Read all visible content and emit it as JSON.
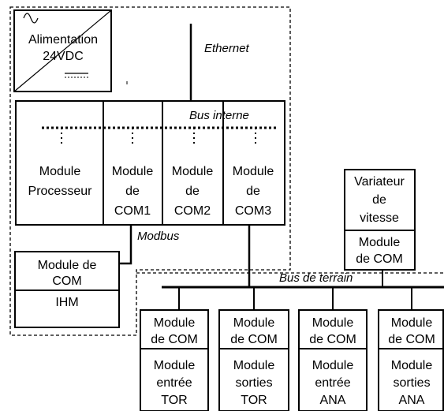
{
  "power": {
    "label_line1": "Alimentation",
    "label_line2": "24VDC",
    "symbol": "ac-dc-converter-icon"
  },
  "ethernet_label": "Ethernet",
  "bus_interne_label": "Bus interne",
  "modbus_label": "Modbus",
  "bus_terrain_label": "Bus de terrain",
  "rack": {
    "processor": {
      "line1": "Module",
      "line2": "Processeur"
    },
    "com1": {
      "line1": "Module",
      "line2": "de",
      "line3": "COM1"
    },
    "com2": {
      "line1": "Module",
      "line2": "de",
      "line3": "COM2"
    },
    "com3": {
      "line1": "Module",
      "line2": "de",
      "line3": "COM3"
    }
  },
  "hmi": {
    "com_line1": "Module de",
    "com_line2": "COM",
    "hmi_label": "IHM"
  },
  "drive": {
    "line1": "Variateur",
    "line2": "de",
    "line3": "vitesse",
    "com_line1": "Module",
    "com_line2": "de COM"
  },
  "io_modules": [
    {
      "com_line1": "Module",
      "com_line2": "de COM",
      "io_line1": "Module",
      "io_line2": "entrée",
      "io_line3": "TOR"
    },
    {
      "com_line1": "Module",
      "com_line2": "de COM",
      "io_line1": "Module",
      "io_line2": "sorties",
      "io_line3": "TOR"
    },
    {
      "com_line1": "Module",
      "com_line2": "de COM",
      "io_line1": "Module",
      "io_line2": "entrée",
      "io_line3": "ANA"
    },
    {
      "com_line1": "Module",
      "com_line2": "de COM",
      "io_line1": "Module",
      "io_line2": "sorties",
      "io_line3": "ANA"
    }
  ]
}
